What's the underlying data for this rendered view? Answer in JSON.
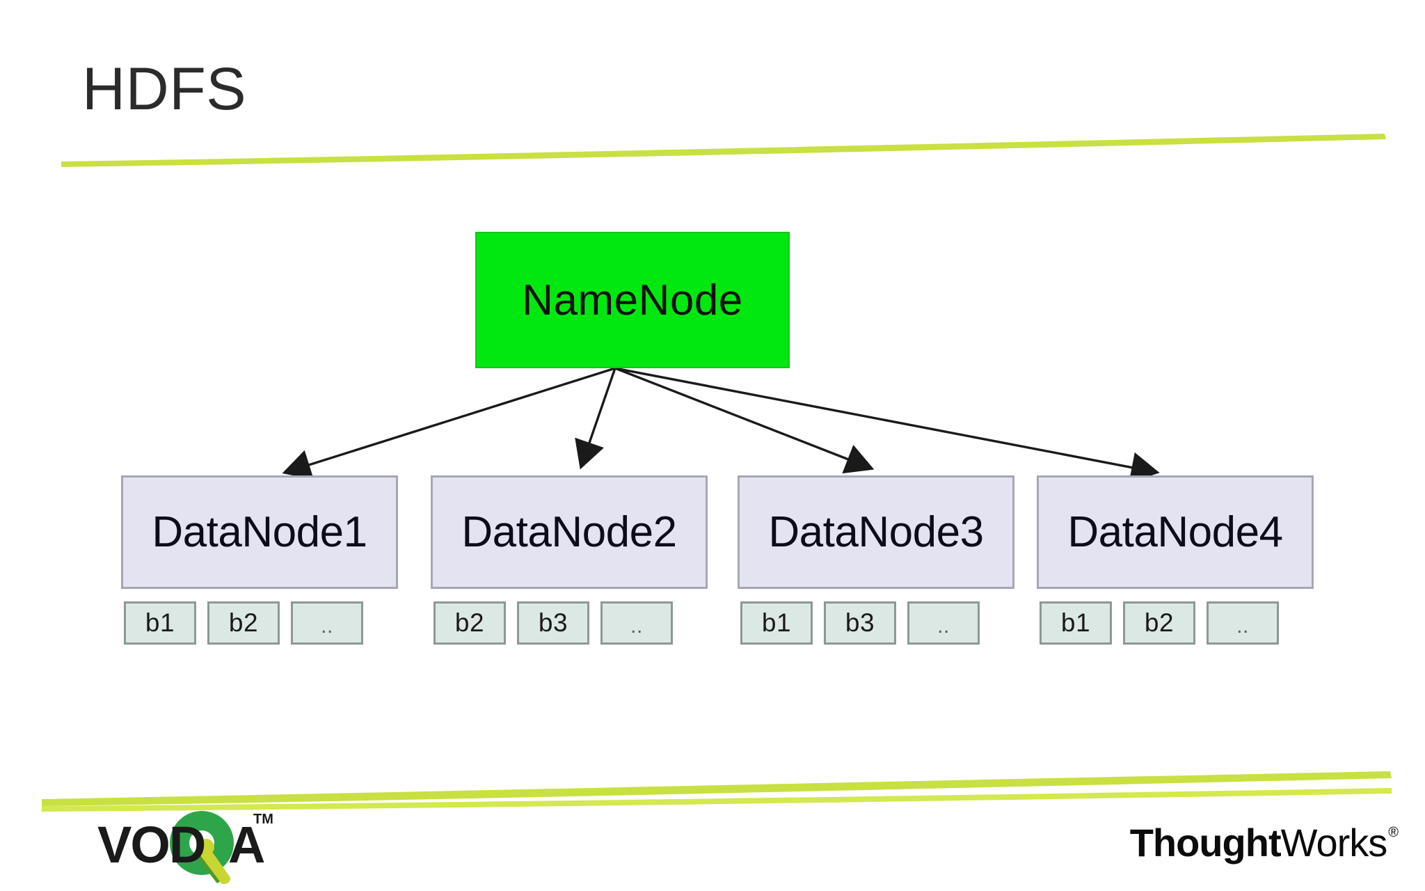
{
  "slide": {
    "title": "HDFS",
    "background_color": "#FFFFFF",
    "accent_color": "#C8E041"
  },
  "diagram": {
    "type": "hdfs-architecture",
    "master": {
      "label": "NameNode",
      "fill_color": "#00E810",
      "text_color": "#111111"
    },
    "arrow_color": "#1a1a1a",
    "datanodes": [
      {
        "label": "DataNode1",
        "fill_color": "#E3E3F2",
        "border_color": "#A6A6B4",
        "blocks": [
          "b1",
          "b2",
          ".."
        ]
      },
      {
        "label": "DataNode2",
        "fill_color": "#E3E3F2",
        "border_color": "#A6A6B4",
        "blocks": [
          "b2",
          "b3",
          ".."
        ]
      },
      {
        "label": "DataNode3",
        "fill_color": "#E3E3F2",
        "border_color": "#A6A6B4",
        "blocks": [
          "b1",
          "b3",
          ".."
        ]
      },
      {
        "label": "DataNode4",
        "fill_color": "#E3E3F2",
        "border_color": "#A6A6B4",
        "blocks": [
          "b1",
          "b2",
          ".."
        ]
      }
    ],
    "block_fill_color": "#DCE8E4",
    "block_border_color": "#8C9894"
  },
  "footer": {
    "vodqa": {
      "wordmark_left": "VOD",
      "wordmark_right": "A",
      "trademark": "TM",
      "circle_color": "#2EA54A",
      "tail_color": "#C8D632",
      "tail_shadow_color": "#4C9A2E",
      "text_color": "#1A1A1A"
    },
    "thoughtworks": {
      "bold_part": "Thought",
      "regular_part": "Works",
      "registered": "®",
      "text_color": "#0B0B0B"
    }
  }
}
